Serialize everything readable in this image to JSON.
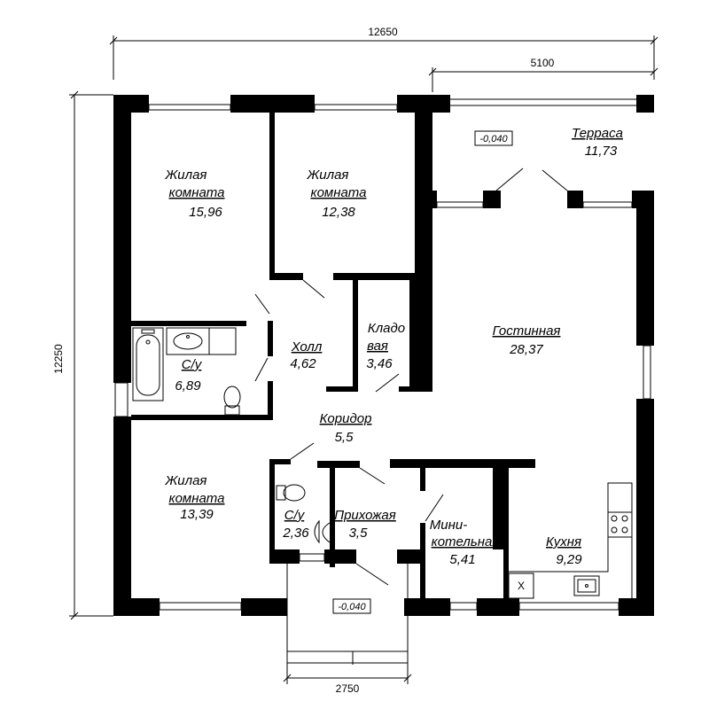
{
  "dimensions": {
    "overall_width": "12650",
    "terrace_width": "5100",
    "overall_height": "12250",
    "porch_width": "2750"
  },
  "levels": {
    "terrace": "-0,040",
    "porch": "-0,040"
  },
  "rooms": {
    "living1": {
      "line1": "Жилая",
      "line2": "комната",
      "area": "15,96"
    },
    "living2": {
      "line1": "Жилая",
      "line2": "комната",
      "area": "12,38"
    },
    "terrace": {
      "name": "Терраса",
      "area": "11,73"
    },
    "bathroom1": {
      "name": "С/у",
      "area": "6,89"
    },
    "hall": {
      "name": "Холл",
      "area": "4,62"
    },
    "storage": {
      "line1": "Кладо",
      "line2": "вая",
      "area": "3,46"
    },
    "lounge": {
      "name": "Гостинная",
      "area": "28,37"
    },
    "corridor": {
      "name": "Коридор",
      "area": "5,5"
    },
    "living3": {
      "line1": "Жилая",
      "line2": "комната",
      "area": "13,39"
    },
    "bathroom2": {
      "name": "С/у",
      "area": "2,36"
    },
    "entrance": {
      "name": "Прихожая",
      "area": "3,5"
    },
    "boiler": {
      "line1": "Мини-",
      "line2": "котельная",
      "area": "5,41"
    },
    "kitchen": {
      "name": "Кухня",
      "area": "9,29"
    }
  },
  "fixtures": {
    "fridge_mark": "X"
  }
}
